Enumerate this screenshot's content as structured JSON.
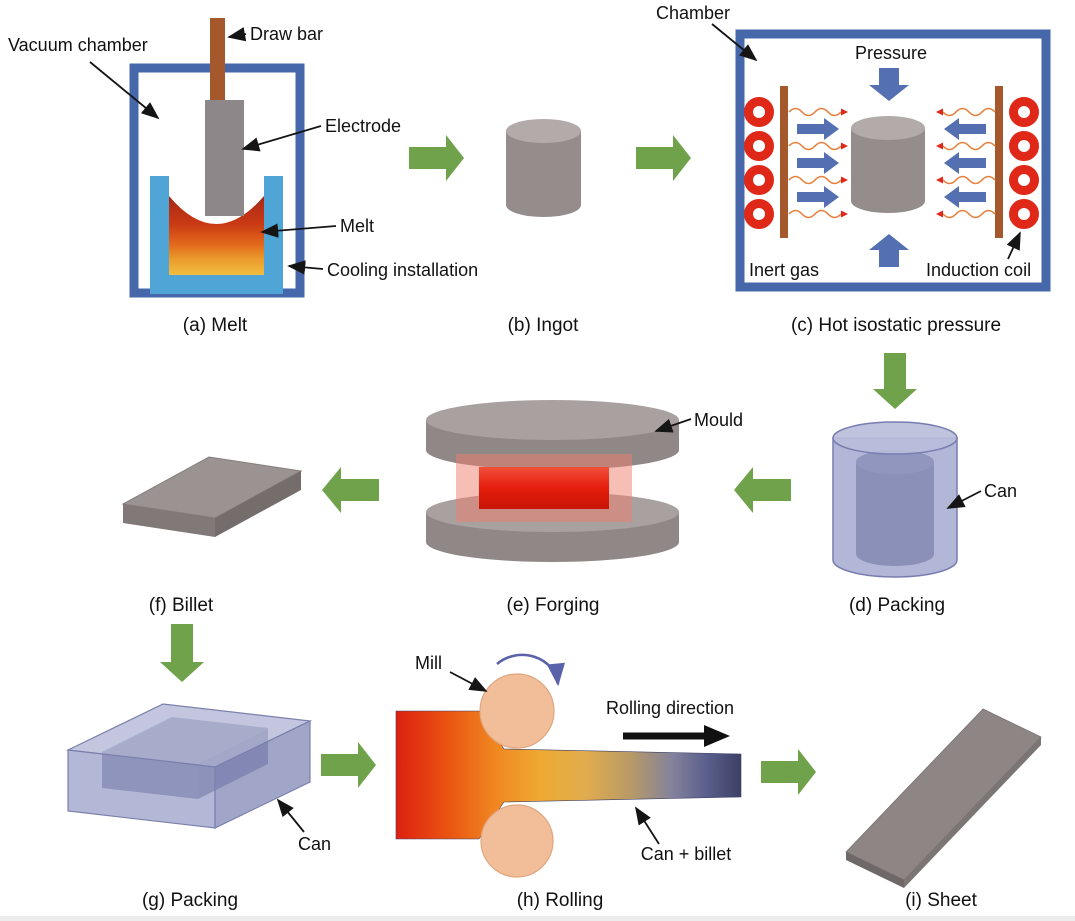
{
  "figure": {
    "description": "Powder-metallurgy style processing route from melt to sheet"
  },
  "panels": {
    "a": {
      "caption": "(a) Melt",
      "labels": {
        "vacuum_chamber": "Vacuum chamber",
        "draw_bar": "Draw bar",
        "electrode": "Electrode",
        "melt": "Melt",
        "cooling": "Cooling installation"
      }
    },
    "b": {
      "caption": "(b) Ingot"
    },
    "c": {
      "caption": "(c) Hot isostatic pressure",
      "labels": {
        "chamber": "Chamber",
        "pressure": "Pressure",
        "inert_gas": "Inert gas",
        "induction_coil": "Induction coil"
      }
    },
    "d": {
      "caption": "(d) Packing",
      "labels": {
        "can": "Can"
      }
    },
    "e": {
      "caption": "(e) Forging",
      "labels": {
        "mould": "Mould"
      }
    },
    "f": {
      "caption": "(f) Billet"
    },
    "g": {
      "caption": "(g) Packing",
      "labels": {
        "can": "Can"
      }
    },
    "h": {
      "caption": "(h) Rolling",
      "labels": {
        "mill": "Mill",
        "rolling_direction": "Rolling direction",
        "can_billet": "Can + billet"
      }
    },
    "i": {
      "caption": "(i) Sheet"
    }
  },
  "colors": {
    "flow_arrow_green": "#70a24b",
    "chamber_border_blue": "#4668ab",
    "gas_arrow_blue": "#5570b2",
    "coil_red": "#e02818",
    "hot_metal_red": "#dd2010",
    "can_purple": "#9aa0c8",
    "metal_gray": "#948d8c",
    "roller_peach": "#f2bd99",
    "cooling_blue": "#4fa6d6"
  }
}
